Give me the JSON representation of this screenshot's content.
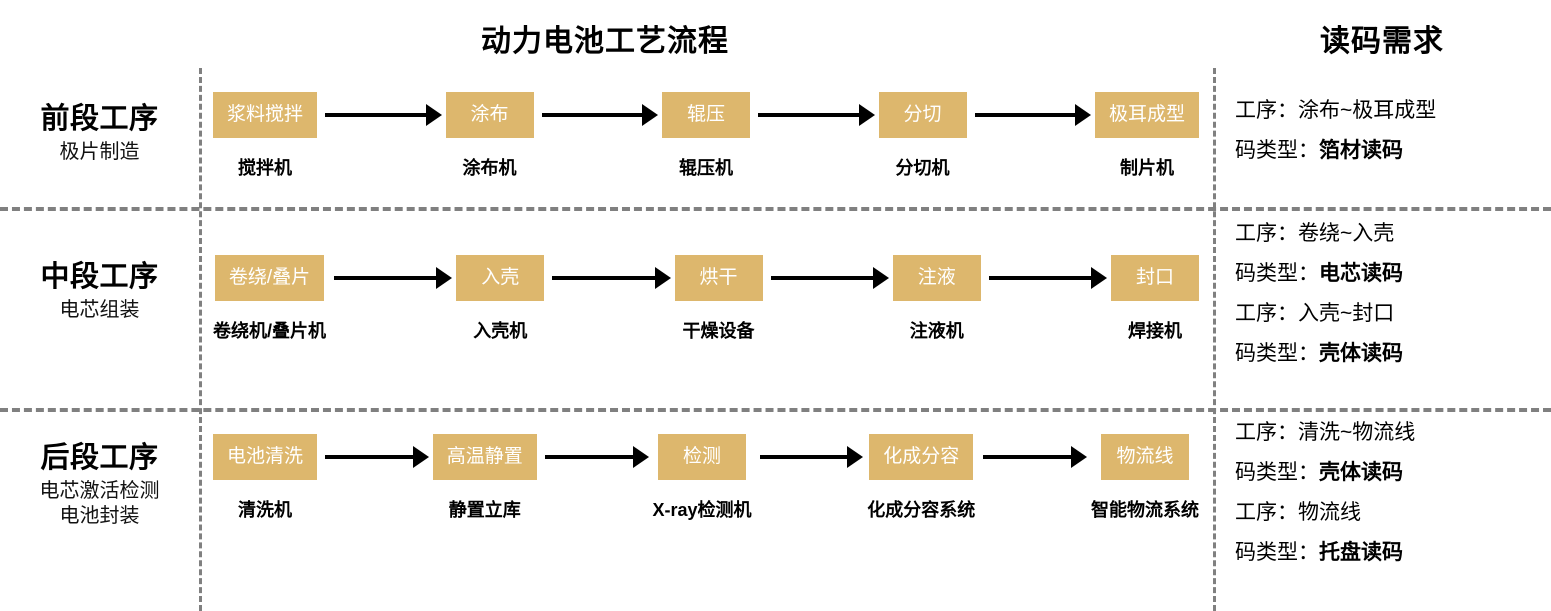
{
  "header": {
    "flow_title": "动力电池工艺流程",
    "requirement_title": "读码需求"
  },
  "colors": {
    "box_fill": "#ddb76d",
    "box_text": "#ffffff",
    "divider": "#808080",
    "text": "#000000",
    "background": "#ffffff"
  },
  "rows": [
    {
      "stage_title": "前段工序",
      "stage_sub": "极片制造",
      "steps": [
        {
          "name": "浆料搅拌",
          "machine": "搅拌机"
        },
        {
          "name": "涂布",
          "machine": "涂布机"
        },
        {
          "name": "辊压",
          "machine": "辊压机"
        },
        {
          "name": "分切",
          "machine": "分切机"
        },
        {
          "name": "极耳成型",
          "machine": "制片机"
        }
      ],
      "requirements": [
        {
          "label": "工序：",
          "value": "涂布~极耳成型",
          "bold": false
        },
        {
          "label": "码类型：",
          "value": "箔材读码",
          "bold": true
        }
      ]
    },
    {
      "stage_title": "中段工序",
      "stage_sub": "电芯组装",
      "steps": [
        {
          "name": "卷绕/叠片",
          "machine": "卷绕机/叠片机"
        },
        {
          "name": "入壳",
          "machine": "入壳机"
        },
        {
          "name": "烘干",
          "machine": "干燥设备"
        },
        {
          "name": "注液",
          "machine": "注液机"
        },
        {
          "name": "封口",
          "machine": "焊接机"
        }
      ],
      "requirements": [
        {
          "label": "工序：",
          "value": "卷绕~入壳",
          "bold": false
        },
        {
          "label": "码类型：",
          "value": "电芯读码",
          "bold": true
        },
        {
          "label": "工序：",
          "value": "入壳~封口",
          "bold": false
        },
        {
          "label": "码类型：",
          "value": "壳体读码",
          "bold": true
        }
      ]
    },
    {
      "stage_title": "后段工序",
      "stage_sub": "电芯激活检测\n电池封装",
      "steps": [
        {
          "name": "电池清洗",
          "machine": "清洗机"
        },
        {
          "name": "高温静置",
          "machine": "静置立库"
        },
        {
          "name": "检测",
          "machine": "X-ray检测机"
        },
        {
          "name": "化成分容",
          "machine": "化成分容系统"
        },
        {
          "name": "物流线",
          "machine": "智能物流系统"
        }
      ],
      "requirements": [
        {
          "label": "工序：",
          "value": "清洗~物流线",
          "bold": false
        },
        {
          "label": "码类型：",
          "value": "壳体读码",
          "bold": true
        },
        {
          "label": "工序：",
          "value": "物流线",
          "bold": false
        },
        {
          "label": "码类型：",
          "value": "托盘读码",
          "bold": true
        }
      ]
    }
  ]
}
